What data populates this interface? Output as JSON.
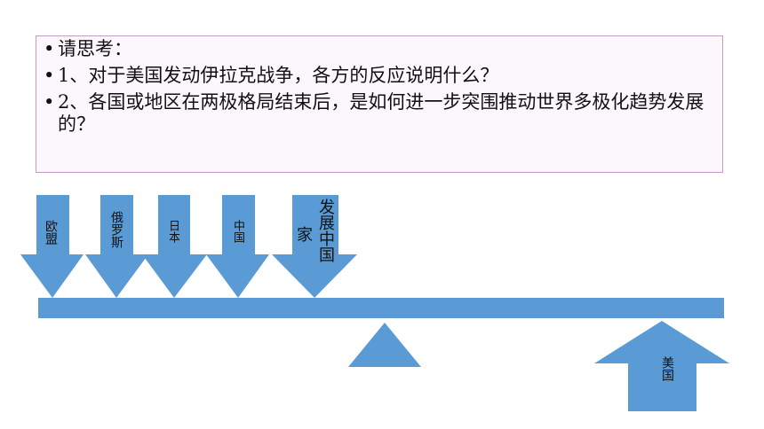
{
  "questions": [
    "请思考：",
    "1、对于美国发动伊拉克战争，各方的反应说明什么？",
    "2、各国或地区在两极格局结束后，是如何进一步突围推动世界多极化趋势发展的？"
  ],
  "arrows_down": [
    {
      "label": "欧盟"
    },
    {
      "label": "俄罗斯"
    },
    {
      "label": "日本"
    },
    {
      "label": "中国"
    },
    {
      "label_line1": "家",
      "label_line2": "发展中国"
    }
  ],
  "arrow_up": {
    "label": "美国"
  },
  "colors": {
    "shape": "#5b9bd5",
    "box_border": "#c79ac7",
    "box_bg": "#fbf7fb"
  }
}
